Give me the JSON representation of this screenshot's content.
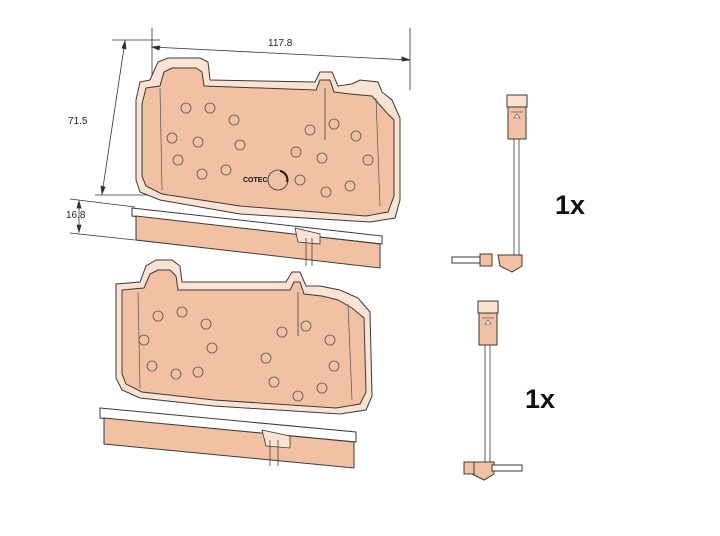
{
  "dimensions": {
    "width_label": "117.8",
    "height_label": "71.5",
    "thickness_label": "16.8"
  },
  "logo": {
    "text": "COTEC"
  },
  "sensors": [
    {
      "quantity_label": "1x"
    },
    {
      "quantity_label": "1x"
    }
  ],
  "colors": {
    "pad_fill": "#f2c1a4",
    "outline": "#3a3a3a",
    "background": "#ffffff"
  }
}
